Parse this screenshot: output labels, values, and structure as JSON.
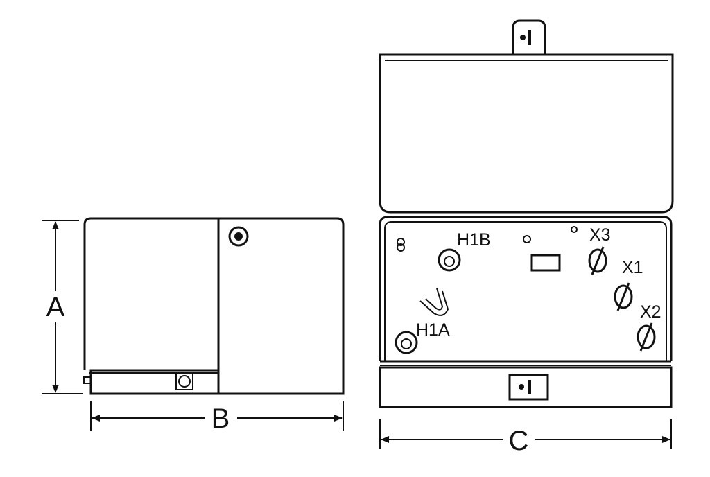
{
  "dimensions": {
    "a": "A",
    "b": "B",
    "c": "C"
  },
  "terminals": {
    "h1b": "H1B",
    "h1a": "H1A",
    "x3": "X3",
    "x1": "X1",
    "x2": "X2"
  },
  "colors": {
    "line": "#111111",
    "background": "#ffffff"
  }
}
